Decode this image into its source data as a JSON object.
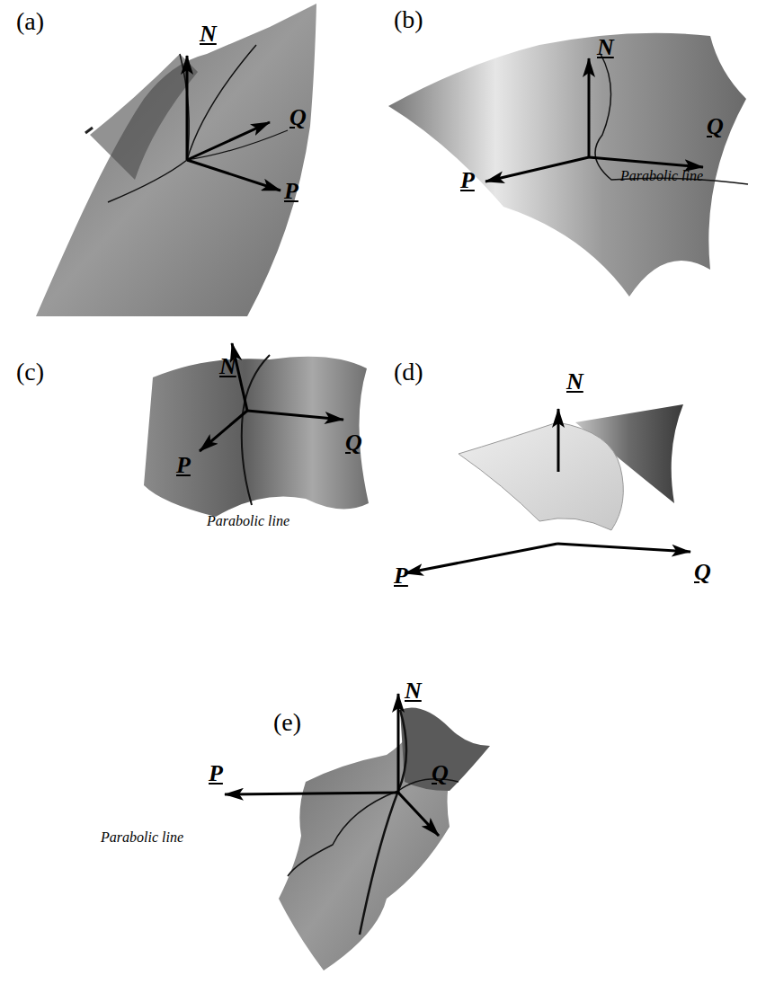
{
  "diagram": {
    "labels": [
      "(a)",
      "N",
      "Q",
      "P",
      "(b)",
      "N",
      "Q",
      "P",
      "Parabolic line",
      "(c)",
      "N",
      "P",
      "Q",
      "Parabolic line",
      "(d)",
      "N",
      "P",
      "Q",
      "(e)",
      "N",
      "P",
      "Q",
      "Parabolic line"
    ]
  }
}
